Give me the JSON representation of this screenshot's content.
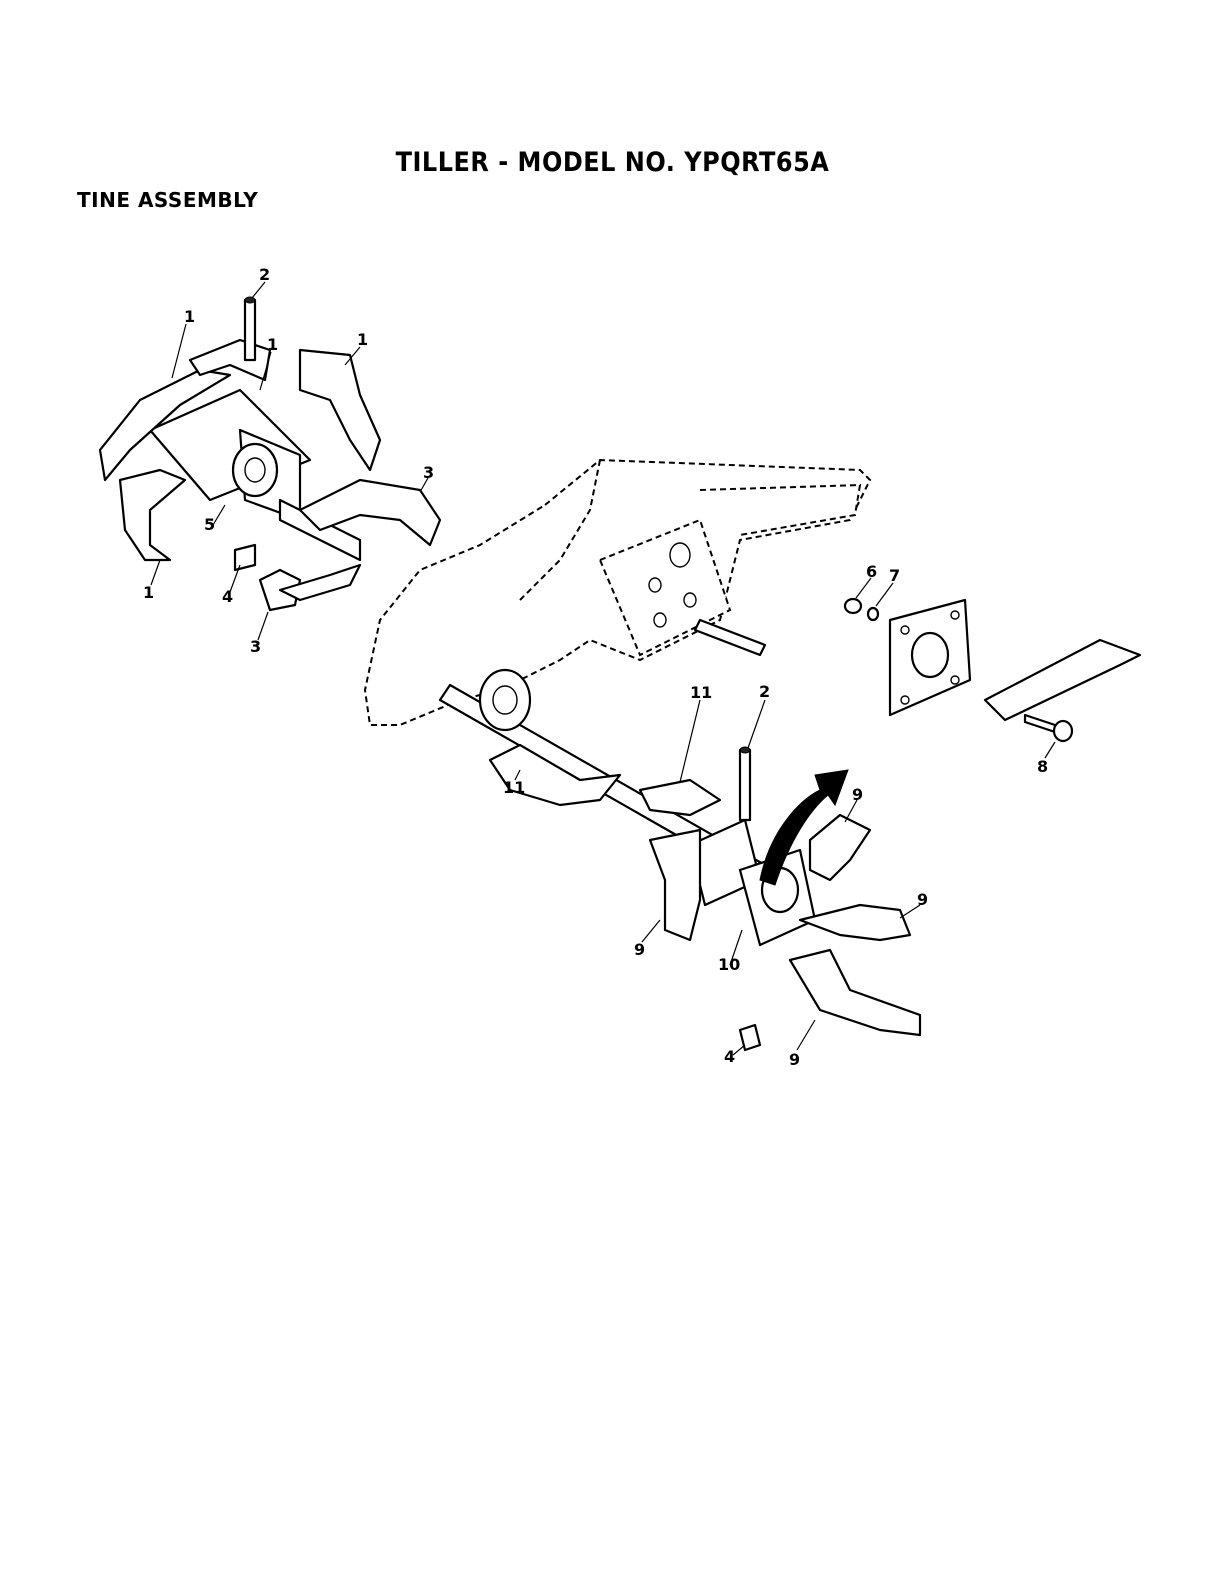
{
  "header": {
    "title": "TILLER - MODEL NO. YPQRT65A",
    "section": "TINE ASSEMBLY"
  },
  "callouts": [
    {
      "id": "c1a",
      "label": "1"
    },
    {
      "id": "c1b",
      "label": "1"
    },
    {
      "id": "c1c",
      "label": "1"
    },
    {
      "id": "c1d",
      "label": "1"
    },
    {
      "id": "c2a",
      "label": "2"
    },
    {
      "id": "c3a",
      "label": "3"
    },
    {
      "id": "c3b",
      "label": "3"
    },
    {
      "id": "c4a",
      "label": "4"
    },
    {
      "id": "c5a",
      "label": "5"
    },
    {
      "id": "c6a",
      "label": "6"
    },
    {
      "id": "c7a",
      "label": "7"
    },
    {
      "id": "c8a",
      "label": "8"
    },
    {
      "id": "c2b",
      "label": "2"
    },
    {
      "id": "c11a",
      "label": "11"
    },
    {
      "id": "c11b",
      "label": "11"
    },
    {
      "id": "c9a",
      "label": "9"
    },
    {
      "id": "c9b",
      "label": "9"
    },
    {
      "id": "c9c",
      "label": "9"
    },
    {
      "id": "c9d",
      "label": "9"
    },
    {
      "id": "c10a",
      "label": "10"
    },
    {
      "id": "c4b",
      "label": "4"
    }
  ]
}
